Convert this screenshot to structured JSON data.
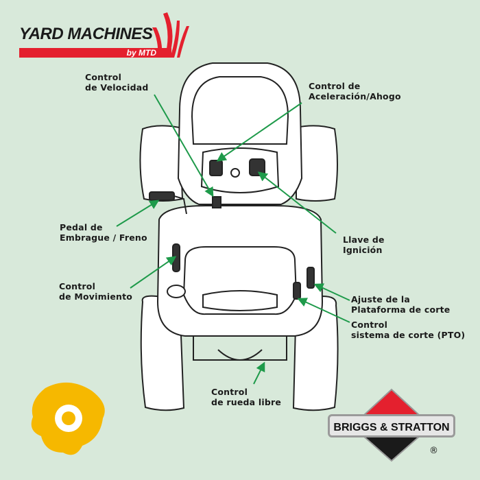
{
  "brands": {
    "yard_machines": {
      "name": "YARD MACHINES",
      "by": "by MTD",
      "color": "#e4202e"
    },
    "briggs": {
      "name": "BRIGGS & STRATTON",
      "registered": "®",
      "red": "#e4202e",
      "black": "#1a1a1a"
    }
  },
  "colors": {
    "background": "#d8e9da",
    "arrow": "#1e9a4a",
    "badge": "#f6b800"
  },
  "labels": {
    "speed": [
      "Control",
      "de Velocidad"
    ],
    "throttle": [
      "Control de",
      "Aceleración/Ahogo"
    ],
    "clutch": [
      "Pedal de",
      "Embrague / Freno"
    ],
    "ignition": [
      "Llave de",
      "Ignición"
    ],
    "motion": [
      "Control",
      "de Movimiento"
    ],
    "deck": [
      "Ajuste de la",
      "Plataforma de corte"
    ],
    "pto": [
      "Control",
      "sistema de corte (PTO)"
    ],
    "freewheel": [
      "Control",
      "de rueda libre"
    ]
  }
}
